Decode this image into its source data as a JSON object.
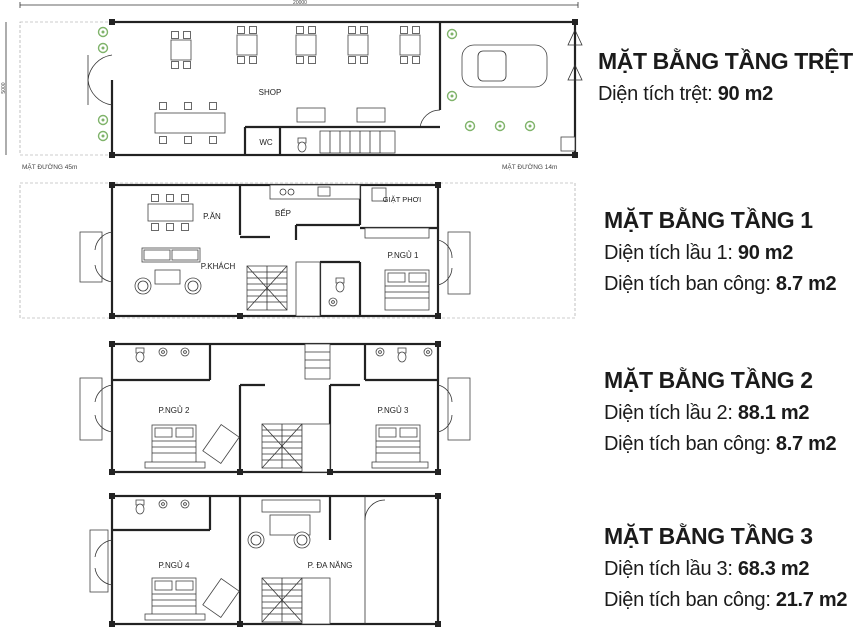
{
  "floors": [
    {
      "title": "MẶT BẰNG TẦNG TRỆT",
      "areas": [
        {
          "label": "Diện tích trệt:",
          "value": "90 m2"
        }
      ],
      "rooms": [
        "SHOP",
        "WC"
      ],
      "notes": {
        "width_dim": "20000",
        "depth_dim": "5000",
        "street_left": "MẶT ĐƯỜNG 45m",
        "street_right": "MẶT ĐƯỜNG 14m"
      }
    },
    {
      "title": "MẶT BẰNG TẦNG 1",
      "areas": [
        {
          "label": "Diện tích lầu 1:",
          "value": "90 m2"
        },
        {
          "label": "Diện tích ban công:",
          "value": "8.7 m2"
        }
      ],
      "rooms": [
        "P.ĂN",
        "BẾP",
        "GIẶT PHƠI",
        "P.KHÁCH",
        "P.NGỦ 1"
      ]
    },
    {
      "title": "MẶT BẰNG TẦNG 2",
      "areas": [
        {
          "label": "Diện tích lầu 2:",
          "value": "88.1 m2"
        },
        {
          "label": "Diện tích ban công:",
          "value": "8.7 m2"
        }
      ],
      "rooms": [
        "P.NGỦ 2",
        "P.NGỦ 3"
      ]
    },
    {
      "title": "MẶT BẰNG TẦNG 3",
      "areas": [
        {
          "label": "Diện tích lầu 3:",
          "value": "68.3 m2"
        },
        {
          "label": "Diện tích ban công:",
          "value": "21.7 m2"
        }
      ],
      "rooms": [
        "P.NGỦ 4",
        "P. ĐA NĂNG"
      ]
    }
  ],
  "icons": [
    "table-icon",
    "chair-icon",
    "car-icon",
    "plant-icon",
    "bed-icon",
    "sofa-icon",
    "stair-icon",
    "door-swing-icon",
    "toilet-icon",
    "sink-icon",
    "stove-icon"
  ]
}
